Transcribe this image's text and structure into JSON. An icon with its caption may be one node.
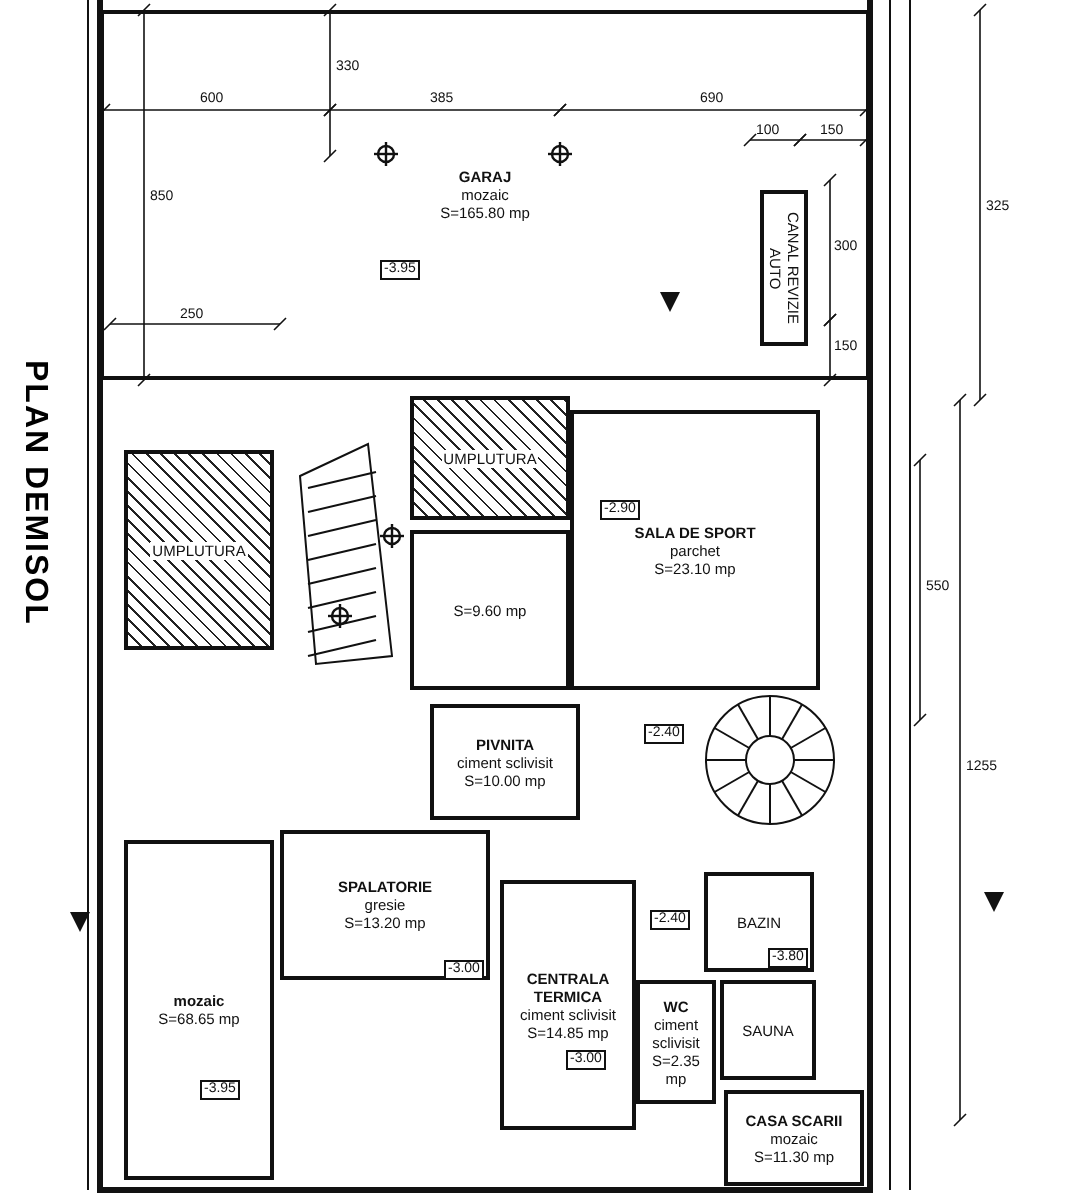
{
  "diagram": {
    "title": "PLAN DEMISOL",
    "nodes": [
      {
        "text": [
          "GARAJ",
          "mozaic",
          "S=165.80 mp"
        ]
      },
      {
        "text": [
          "CANAL REVIZIE AUTO"
        ],
        "in": 0
      },
      {
        "text": [
          "UMPLUTURA"
        ]
      },
      {
        "text": [
          "UMPLUTURA"
        ]
      },
      {
        "text": [
          "SALA DE SPORT",
          "parchet",
          "S=23.10 mp"
        ]
      },
      {
        "text": [
          "S=9.60 mp"
        ]
      },
      {
        "text": [
          "PIVNITA",
          "ciment sclivisit",
          "S=10.00 mp"
        ]
      },
      {
        "text": [
          "SPALATORIE",
          "gresie",
          "S=13.20 mp"
        ]
      },
      {
        "text": [
          "CENTRALA TERMICA",
          "ciment sclivisit",
          "S=14.85 mp"
        ]
      },
      {
        "text": [
          "BAZIN"
        ]
      },
      {
        "text": [
          "WC",
          "ciment sclivisit",
          "S=2.35 mp"
        ]
      },
      {
        "text": [
          "SAUNA"
        ]
      },
      {
        "text": [
          "CASA SCARII",
          "mozaic",
          "S=11.30 mp"
        ]
      },
      {
        "text": [
          "mozaic",
          "S=68.65 mp"
        ]
      }
    ],
    "labels": [
      "600",
      "385",
      "690",
      "330",
      "100",
      "150",
      "850",
      "300",
      "150",
      "250",
      "-3.95",
      "-2.90",
      "-2.40",
      "-3.00",
      "-2.40",
      "-3.80",
      "-3.00",
      "-3.95",
      "550",
      "1255",
      "325"
    ]
  }
}
